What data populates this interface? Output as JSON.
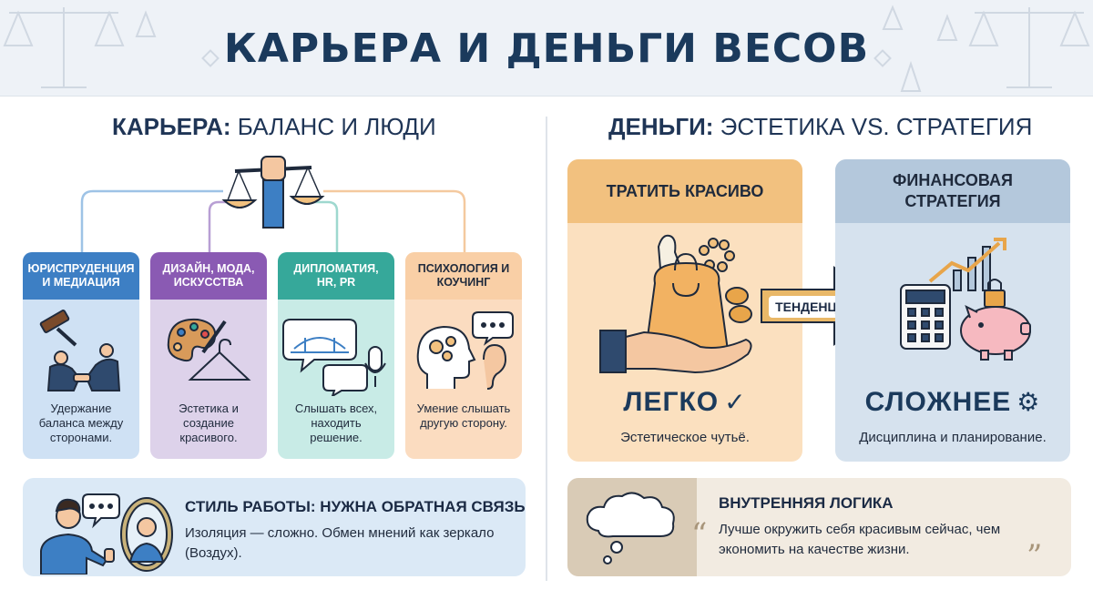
{
  "title": "КАРЬЕРА И ДЕНЬГИ ВЕСОВ",
  "career": {
    "heading_bold": "КАРЬЕРА:",
    "heading_rest": " БАЛАНС И ЛЮДИ",
    "cards": [
      {
        "title": "ЮРИСПРУДЕНЦИЯ И МЕДИАЦИЯ",
        "text": "Удержание баланса между сторонами.",
        "icon": "gavel-handshake-icon"
      },
      {
        "title": "ДИЗАЙН, МОДА, ИСКУССТВА",
        "text": "Эстетика и создание красивого.",
        "icon": "palette-hanger-icon"
      },
      {
        "title": "ДИПЛОМАТИЯ, HR, PR",
        "text": "Слышать всех, находить решение.",
        "icon": "speech-bubbles-microphone-icon"
      },
      {
        "title": "ПСИХОЛОГИЯ И КОУЧИНГ",
        "text": "Умение слышать другую сторону.",
        "icon": "head-gears-ear-icon"
      }
    ],
    "work_style": {
      "title": "СТИЛЬ РАБОТЫ: НУЖНА ОБРАТНАЯ СВЯЗЬ",
      "text": "Изоляция — сложно. Обмен мнений как зеркало (Воздух)."
    }
  },
  "money": {
    "heading_bold": "ДЕНЬГИ:",
    "heading_rest": " ЭСТЕТИКА VS. СТРАТЕГИЯ",
    "spend": {
      "title": "ТРАТИТЬ КРАСИВО",
      "big": "ЛЕГКО",
      "big_glyph": "✓",
      "text": "Эстетическое чутьё."
    },
    "arrow_label": "ТЕНДЕНЦИЯ",
    "strategy": {
      "title": "ФИНАНСОВАЯ СТРАТЕГИЯ",
      "big": "СЛОЖНЕЕ",
      "big_glyph": "⚙",
      "text": "Дисциплина и планирование."
    },
    "logic": {
      "title": "ВНУТРЕННЯЯ ЛОГИКА",
      "text": "Лучше окружить себя красивым сейчас, чем экономить на качестве жизни.",
      "quote_open": "“",
      "quote_close": "”"
    }
  },
  "colors": {
    "navy": "#1b3a5c",
    "law": "#3d7fc4",
    "design": "#8a5ab3",
    "diplomacy": "#36a89a",
    "psychology": "#f9cfa6",
    "gold": "#f2c17f",
    "steel": "#b4c8dc"
  }
}
